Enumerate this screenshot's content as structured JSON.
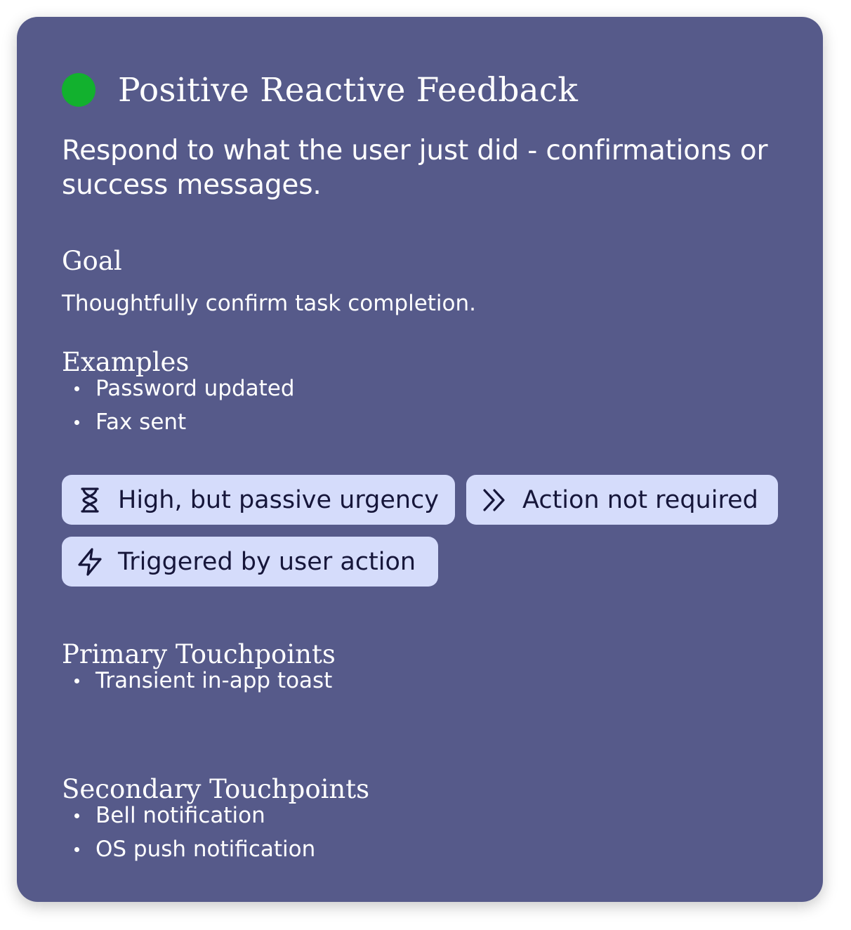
{
  "card": {
    "status_color": "#12b12e",
    "background_color": "#565a8a",
    "title": "Positive Reactive Feedback",
    "description": "Respond to what the user just did - confirmations or success messages.",
    "goal": {
      "heading": "Goal",
      "text": "Thoughtfully confirm task completion."
    },
    "examples": {
      "heading": "Examples",
      "items": [
        "Password updated",
        "Fax sent"
      ]
    },
    "chips": [
      {
        "icon": "hourglass-icon",
        "label": "High, but passive urgency"
      },
      {
        "icon": "double-chevron-right-icon",
        "label": "Action not required"
      },
      {
        "icon": "lightning-bolt-icon",
        "label": "Triggered by user action"
      }
    ],
    "primary_touchpoints": {
      "heading": "Primary Touchpoints",
      "items": [
        "Transient in-app toast"
      ]
    },
    "secondary_touchpoints": {
      "heading": "Secondary Touchpoints",
      "items": [
        "Bell notification",
        "OS push notification"
      ]
    }
  }
}
